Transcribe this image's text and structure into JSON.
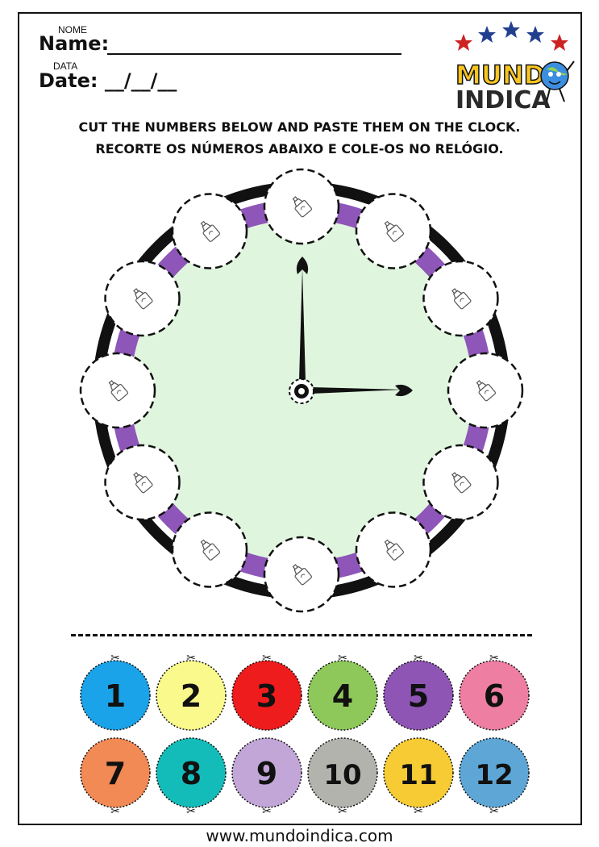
{
  "header": {
    "name_small": "NOME",
    "name_label": "Name:",
    "date_small": "DATA",
    "date_label": "Date: __/__/__"
  },
  "logo": {
    "line1": "MUNDO",
    "line2": "INDICA"
  },
  "instructions": {
    "english": "CUT THE NUMBERS BELOW AND PASTE THEM ON THE CLOCK.",
    "portuguese": "RECORTE OS NÚMEROS ABAIXO E COLE-OS NO RELÓGIO."
  },
  "clock": {
    "face_color": "#dff5de",
    "ring_color": "#8e56b8",
    "time_shown": "3:00",
    "slot_icon": "glue-icon",
    "slot_count": 12
  },
  "cutouts": [
    {
      "label": "1",
      "color": "#1aa3e8"
    },
    {
      "label": "2",
      "color": "#fafa8c"
    },
    {
      "label": "3",
      "color": "#ee1c1c"
    },
    {
      "label": "4",
      "color": "#8fc85a"
    },
    {
      "label": "5",
      "color": "#8f55b5"
    },
    {
      "label": "6",
      "color": "#ef7fa2"
    },
    {
      "label": "7",
      "color": "#f28a55"
    },
    {
      "label": "8",
      "color": "#13bcb8"
    },
    {
      "label": "9",
      "color": "#c2a6d8"
    },
    {
      "label": "10",
      "color": "#b3b3ae"
    },
    {
      "label": "11",
      "color": "#f6cb33"
    },
    {
      "label": "12",
      "color": "#5ea6d6"
    }
  ],
  "footer": {
    "url": "www.mundoindica.com"
  }
}
